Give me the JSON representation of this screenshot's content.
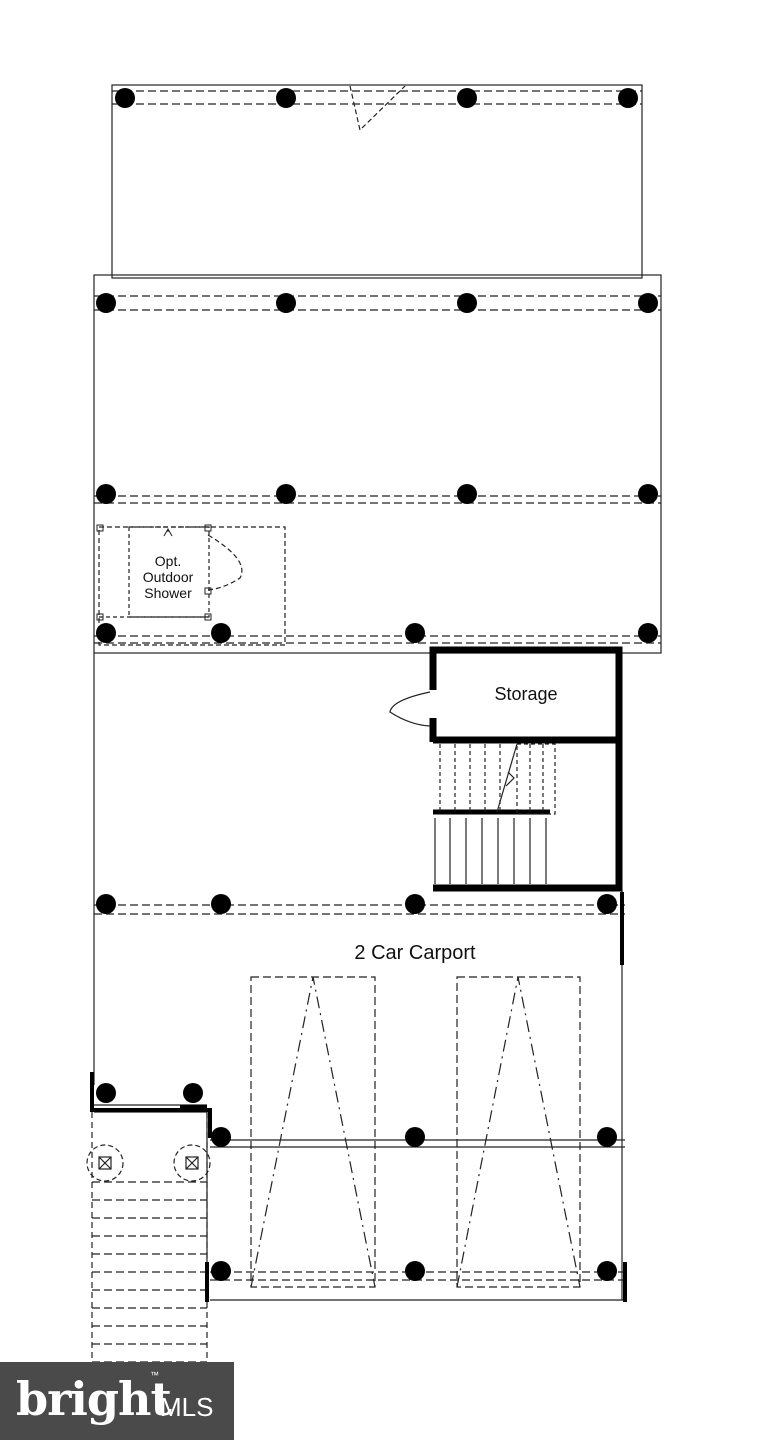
{
  "labels": {
    "shower_line1": "Opt.",
    "shower_line2": "Outdoor",
    "shower_line3": "Shower",
    "storage": "Storage",
    "carport": "2 Car Carport"
  },
  "watermark": {
    "brand": "bright",
    "mls": "MLS",
    "tm": "™",
    "accent_color": "#e4572e"
  },
  "colors": {
    "line": "#222222",
    "wall": "#000000",
    "background": "#ffffff"
  }
}
